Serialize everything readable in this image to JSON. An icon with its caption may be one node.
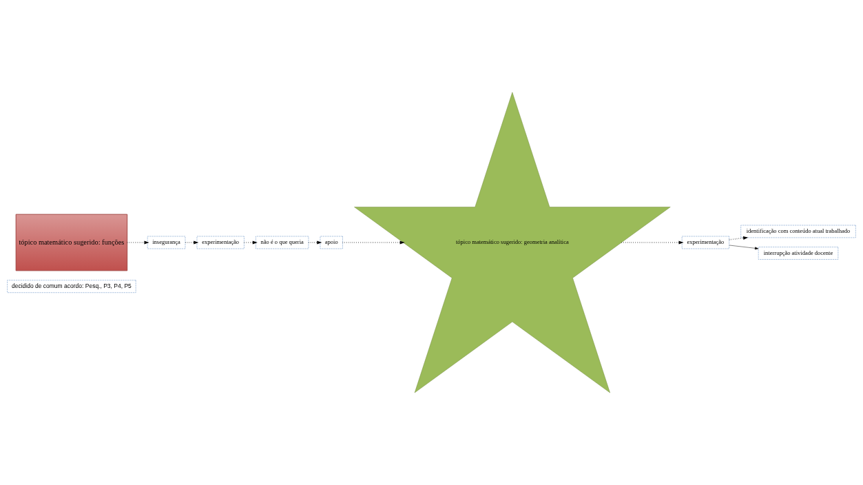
{
  "diagram": {
    "nodes": [
      {
        "text": [
          "tópico matemático sugerido: funções"
        ]
      },
      {
        "text": [
          "insegurança"
        ]
      },
      {
        "text": [
          "experimentação"
        ]
      },
      {
        "text": [
          "não é o que queria"
        ]
      },
      {
        "text": [
          "apoio"
        ]
      },
      {
        "text": [
          "decidido de comum acordo: Pesq., P3, P4, P5"
        ]
      },
      {
        "text": [
          "tópico matemático sugerido: geometria analítica"
        ]
      },
      {
        "text": [
          "identificação com conteúdo atual trabalhado"
        ]
      },
      {
        "text": [
          "experimentação"
        ]
      },
      {
        "text": [
          "interrupção atividade docente"
        ]
      }
    ],
    "edges": [
      {
        "from": 0,
        "to": 1,
        "arrow": "to",
        "style": "dashed"
      },
      {
        "from": 1,
        "to": 2,
        "arrow": "to",
        "style": "dashed"
      },
      {
        "from": 2,
        "to": 3,
        "arrow": "to",
        "style": "dashed"
      },
      {
        "from": 3,
        "to": 4,
        "arrow": "to",
        "style": "dashed"
      },
      {
        "from": 4,
        "to": 6,
        "arrow": "to",
        "style": "dashed"
      },
      {
        "from": 6,
        "to": 8,
        "arrow": "to",
        "style": "dashed"
      },
      {
        "from": 8,
        "to": 7,
        "arrow": "to",
        "style": "dashed"
      },
      {
        "from": 8,
        "to": 9,
        "arrow": "to"
      }
    ]
  }
}
